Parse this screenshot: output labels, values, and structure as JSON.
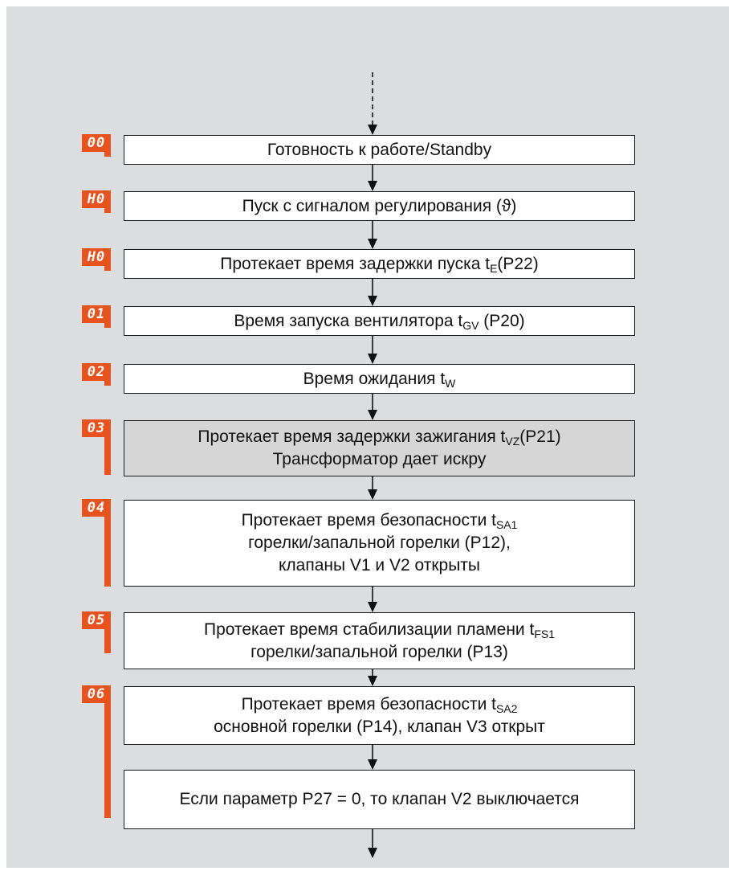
{
  "colors": {
    "accent": "#e8521f",
    "background": "#dcdddf",
    "box": "#ffffff",
    "box_shaded": "#d6d6d6"
  },
  "steps": [
    {
      "code": "00",
      "lines": [
        {
          "text": "Готовность к работе/Standby"
        }
      ]
    },
    {
      "code": "H0",
      "lines": [
        {
          "text": "Пуск с сигналом регулирования (ϑ)"
        }
      ]
    },
    {
      "code": "H0",
      "lines": [
        {
          "text": "Протекает время задержки пуска t",
          "sub": "E",
          "after": "(P22)"
        }
      ]
    },
    {
      "code": "01",
      "lines": [
        {
          "text": "Время запуска вентилятора t",
          "sub": "GV",
          "after": " (P20)"
        }
      ]
    },
    {
      "code": "02",
      "lines": [
        {
          "text": "Время ожидания t",
          "sub": "W",
          "after": ""
        }
      ]
    },
    {
      "code": "03",
      "shaded": true,
      "lines": [
        {
          "text": "Протекает время задержки зажигания t",
          "sub": "VZ",
          "after": "(P21)"
        },
        {
          "text": "Трансформатор дает искру"
        }
      ]
    },
    {
      "code": "04",
      "lines": [
        {
          "text": "Протекает время безопасности  t",
          "sub": "SA1",
          "after": ""
        },
        {
          "text": "горелки/запальной горелки (P12),"
        },
        {
          "text": "клапаны V1 и V2 открыты"
        }
      ]
    },
    {
      "code": "05",
      "lines": [
        {
          "text": "Протекает время стабилизации пламени  t",
          "sub": "FS1",
          "after": ""
        },
        {
          "text": "горелки/запальной горелки (P13)"
        }
      ]
    },
    {
      "code": "06",
      "lines": [
        {
          "text": "Протекает время безопасности  t",
          "sub": "SA2",
          "after": ""
        },
        {
          "text": "основной горелки (P14), клапан V3 открыт"
        }
      ]
    },
    {
      "code": "",
      "lines": [
        {
          "text": "Если параметр P27 = 0, то клапан V2 выключается"
        }
      ]
    }
  ]
}
